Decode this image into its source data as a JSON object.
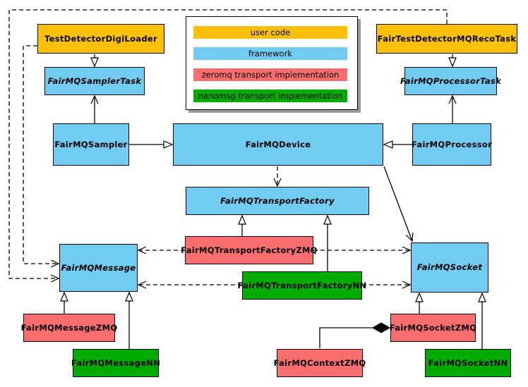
{
  "diagram": {
    "kind": "uml-class-diagram",
    "subject": "FairMQ framework transport classes"
  },
  "colors": {
    "user_code": "#FFC107",
    "framework": "#72CBF1",
    "zeromq": "#FA6E6E",
    "nanomsg": "#00AC00",
    "line": "#000000",
    "background": "#FFFFFF",
    "legend_shadow": "#9A9A9A"
  },
  "legend": {
    "items": [
      {
        "label": "user code",
        "color": "#FFC107"
      },
      {
        "label": "framework",
        "color": "#72CBF1"
      },
      {
        "label": "zeromq transport implementation",
        "color": "#FA6E6E"
      },
      {
        "label": "nanomsg transport implementation",
        "color": "#00AC00"
      }
    ]
  },
  "nodes": {
    "digiloader": {
      "label": "TestDetectorDigiLoader",
      "category": "user code",
      "abstract": false
    },
    "recotask": {
      "label": "FairTestDetectorMQRecoTask",
      "category": "user code",
      "abstract": false
    },
    "samplertask": {
      "label": "FairMQSamplerTask",
      "category": "framework",
      "abstract": true
    },
    "processortask": {
      "label": "FairMQProcessorTask",
      "category": "framework",
      "abstract": true
    },
    "sampler": {
      "label": "FairMQSampler",
      "category": "framework",
      "abstract": false
    },
    "device": {
      "label": "FairMQDevice",
      "category": "framework",
      "abstract": false
    },
    "processor": {
      "label": "FairMQProcessor",
      "category": "framework",
      "abstract": false
    },
    "transportfactory": {
      "label": "FairMQTransportFactory",
      "category": "framework",
      "abstract": true
    },
    "factoryzmq": {
      "label": "FairMQTransportFactoryZMQ",
      "category": "zeromq transport implementation",
      "abstract": false
    },
    "factorynn": {
      "label": "FairMQTransportFactoryNN",
      "category": "nanomsg transport implementation",
      "abstract": false
    },
    "message": {
      "label": "FairMQMessage",
      "category": "framework",
      "abstract": true
    },
    "socket": {
      "label": "FairMQSocket",
      "category": "framework",
      "abstract": true
    },
    "messagezmq": {
      "label": "FairMQMessageZMQ",
      "category": "zeromq transport implementation",
      "abstract": false
    },
    "messagenn": {
      "label": "FairMQMessageNN",
      "category": "nanomsg transport implementation",
      "abstract": false
    },
    "socketzmq": {
      "label": "FairMQSocketZMQ",
      "category": "zeromq transport implementation",
      "abstract": false
    },
    "contextzmq": {
      "label": "FairMQContextZMQ",
      "category": "zeromq transport implementation",
      "abstract": false
    },
    "socketnn": {
      "label": "FairMQSocketNN",
      "category": "nanomsg transport implementation",
      "abstract": false
    }
  },
  "relationships": [
    {
      "from": "digiloader",
      "to": "samplertask",
      "type": "inheritance"
    },
    {
      "from": "recotask",
      "to": "processortask",
      "type": "inheritance"
    },
    {
      "from": "sampler",
      "to": "device",
      "type": "inheritance"
    },
    {
      "from": "processor",
      "to": "device",
      "type": "inheritance"
    },
    {
      "from": "factoryzmq",
      "to": "transportfactory",
      "type": "inheritance"
    },
    {
      "from": "factorynn",
      "to": "transportfactory",
      "type": "inheritance"
    },
    {
      "from": "messagezmq",
      "to": "message",
      "type": "inheritance"
    },
    {
      "from": "messagenn",
      "to": "message",
      "type": "inheritance"
    },
    {
      "from": "socketzmq",
      "to": "socket",
      "type": "inheritance"
    },
    {
      "from": "socketnn",
      "to": "socket",
      "type": "inheritance"
    },
    {
      "from": "sampler",
      "to": "samplertask",
      "type": "association"
    },
    {
      "from": "processor",
      "to": "processortask",
      "type": "association"
    },
    {
      "from": "device",
      "to": "socket",
      "type": "association"
    },
    {
      "from": "device",
      "to": "transportfactory",
      "type": "dependency"
    },
    {
      "from": "factoryzmq",
      "to": "message",
      "type": "dependency"
    },
    {
      "from": "factoryzmq",
      "to": "socket",
      "type": "dependency"
    },
    {
      "from": "factorynn",
      "to": "message",
      "type": "dependency"
    },
    {
      "from": "factorynn",
      "to": "socket",
      "type": "dependency"
    },
    {
      "from": "digiloader",
      "to": "message",
      "type": "dependency"
    },
    {
      "from": "recotask",
      "to": "message",
      "type": "dependency"
    },
    {
      "from": "contextzmq",
      "to": "socketzmq",
      "type": "composition"
    }
  ]
}
